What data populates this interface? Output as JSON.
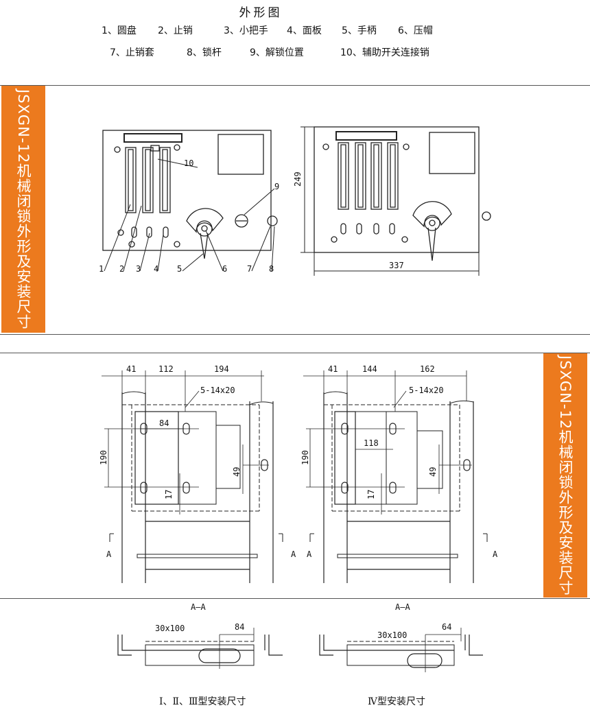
{
  "title": "外形图",
  "legend_row1": [
    "1、圆盘",
    "2、止销",
    "3、小把手",
    "4、面板",
    "5、手柄",
    "6、压帽"
  ],
  "legend_row2": [
    "7、止销套",
    "8、锁杆",
    "9、解锁位置",
    "10、辅助开关连接销"
  ],
  "side_tab": "JSXGN-12机械闭锁外形及安装尺寸",
  "front_view": {
    "callouts": [
      "1",
      "2",
      "3",
      "4",
      "5",
      "6",
      "7",
      "8",
      "9",
      "10"
    ]
  },
  "side_view": {
    "height_dim": "249",
    "width_dim": "337"
  },
  "install_left": {
    "dims_top": [
      "41",
      "112",
      "194"
    ],
    "slot": "5-14x20",
    "inner": "84",
    "height": "190",
    "d49": "49",
    "d17": "17",
    "section_mark": "A",
    "section_label": "A—A",
    "section_slot": "30x100",
    "section_dim": "84",
    "caption": "Ⅰ、Ⅱ、Ⅲ型安装尺寸"
  },
  "install_right": {
    "dims_top": [
      "41",
      "144",
      "162"
    ],
    "slot": "5-14x20",
    "inner": "118",
    "height": "190",
    "d49": "49",
    "d17": "17",
    "section_mark": "A",
    "section_label": "A—A",
    "section_slot": "30x100",
    "section_dim": "64",
    "caption": "Ⅳ型安装尺寸"
  }
}
